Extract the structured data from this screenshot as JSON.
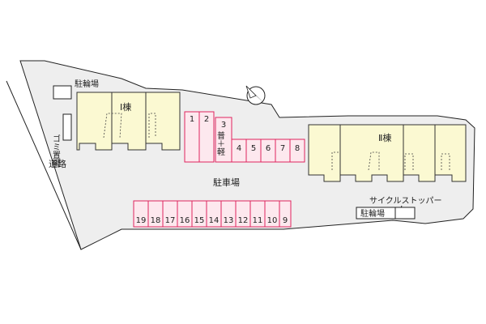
{
  "labels": {
    "building_1": "Ⅰ棟",
    "building_2": "Ⅱ棟",
    "bicycle_parking_top": "駐輪場",
    "bicycle_parking_bottom": "駐輪場",
    "garbage_area": "ゴミ置場",
    "road": "道路",
    "parking": "駐車場",
    "cycle_stopper": "サイクルストッパー",
    "slot3_type": "普＋軽"
  },
  "parking_slots": {
    "top_vertical": [
      "1",
      "2"
    ],
    "slot3": "3",
    "top_row": [
      "4",
      "5",
      "6",
      "7",
      "8"
    ],
    "bottom_row": [
      "19",
      "18",
      "17",
      "16",
      "15",
      "14",
      "13",
      "12",
      "11",
      "10",
      "9"
    ]
  },
  "colors": {
    "site": "#eeeeee",
    "site_outline": "#222222",
    "building": "#fbf9d2",
    "building_outline": "#333333",
    "slot_fill": "#fde8ee",
    "slot_outline": "#e0245e"
  }
}
